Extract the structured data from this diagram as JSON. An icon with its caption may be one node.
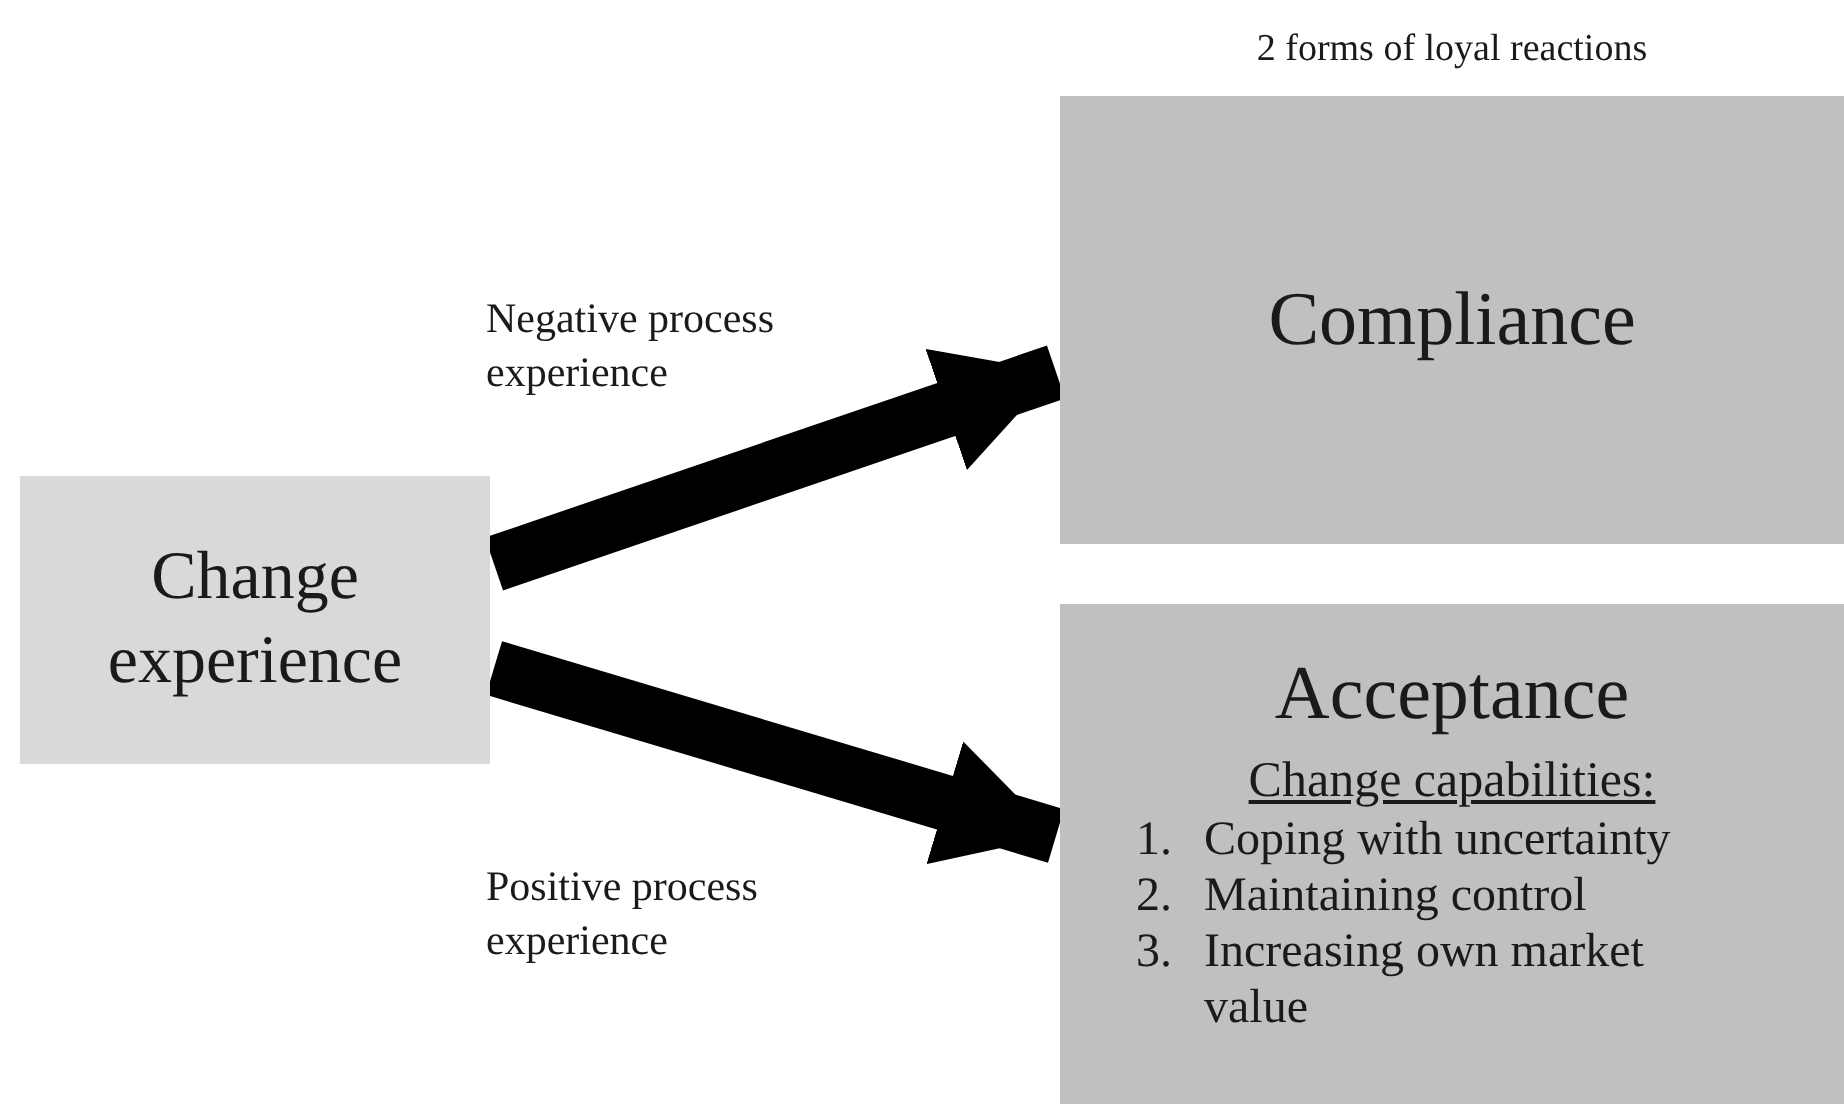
{
  "diagram": {
    "title": "2 forms of loyal reactions",
    "nodes": [
      {
        "text": [
          "Change experience"
        ]
      },
      {
        "text": [
          "Compliance"
        ]
      },
      {
        "text": [
          "Acceptance",
          "Change capabilities:",
          "1. Coping with uncertainty",
          "2. Maintaining control",
          "3. Increasing own market value"
        ]
      }
    ],
    "edges": [
      {
        "from": 0,
        "to": 1,
        "arrow": "to",
        "label": "Negative process experience"
      },
      {
        "from": 0,
        "to": 2,
        "arrow": "to",
        "label": "Positive process experience"
      }
    ]
  }
}
